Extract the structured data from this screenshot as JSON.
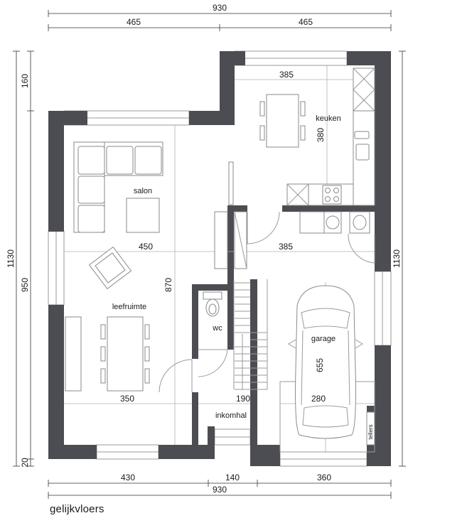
{
  "dimensions": {
    "top_total": "930",
    "top_left": "465",
    "top_right": "465",
    "bottom_left": "430",
    "bottom_mid": "140",
    "bottom_right": "360",
    "bottom_total": "930",
    "left_total": "1130",
    "left_top": "160",
    "left_mid": "950",
    "left_bottom": "20",
    "right_total": "1130"
  },
  "interior_dims": {
    "kitchen_width": "385",
    "kitchen_depth": "380",
    "living_width": "450",
    "right_width": "385",
    "living_depth": "870",
    "living_lower": "350",
    "hall_width": "190",
    "garage_width": "280",
    "garage_depth": "655"
  },
  "rooms": {
    "keuken": "keuken",
    "salon": "salon",
    "leefruimte": "leefruimte",
    "wc": "wc",
    "garage": "garage",
    "inkomhal": "inkomhal",
    "tellers": "tellers"
  },
  "caption": "gelijkvloers"
}
